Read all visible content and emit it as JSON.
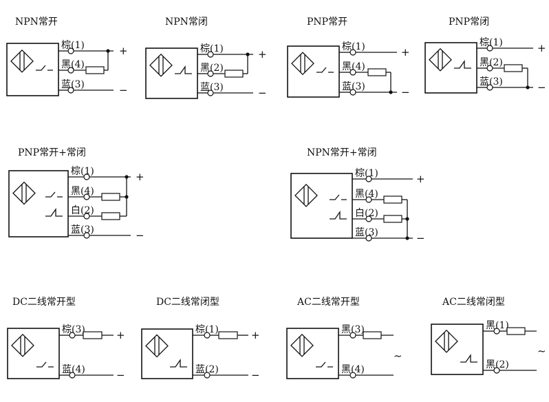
{
  "page": {
    "description": "Proximity sensor wiring diagrams"
  },
  "diagrams": [
    {
      "id": "npn-no",
      "title": "NPN常开",
      "switch": "normally-open",
      "wires": [
        {
          "label": "棕(1)",
          "end": "+",
          "resistor": false
        },
        {
          "label": "黑(4)",
          "end": "",
          "resistor": true
        },
        {
          "label": "蓝(3)",
          "end": "−",
          "resistor": false
        }
      ],
      "load_junction": "+"
    },
    {
      "id": "npn-nc",
      "title": "NPN常闭",
      "switch": "normally-closed",
      "wires": [
        {
          "label": "棕(1)",
          "end": "+",
          "resistor": false
        },
        {
          "label": "黑(2)",
          "end": "",
          "resistor": true
        },
        {
          "label": "蓝(3)",
          "end": "−",
          "resistor": false
        }
      ],
      "load_junction": "+"
    },
    {
      "id": "pnp-no",
      "title": "PNP常开",
      "switch": "normally-open",
      "wires": [
        {
          "label": "棕(1)",
          "end": "+",
          "resistor": false
        },
        {
          "label": "黑(4)",
          "end": "",
          "resistor": true
        },
        {
          "label": "蓝(3)",
          "end": "−",
          "resistor": false
        }
      ],
      "load_junction": "−"
    },
    {
      "id": "pnp-nc",
      "title": "PNP常闭",
      "switch": "normally-closed",
      "wires": [
        {
          "label": "棕(1)",
          "end": "+",
          "resistor": false
        },
        {
          "label": "黑(2)",
          "end": "",
          "resistor": true
        },
        {
          "label": "蓝(3)",
          "end": "−",
          "resistor": false
        }
      ],
      "load_junction": "−"
    },
    {
      "id": "pnp-no-nc",
      "title": "PNP常开+常闭",
      "switch": "both",
      "wires": [
        {
          "label": "棕(1)",
          "end": "+",
          "resistor": false
        },
        {
          "label": "黑(4)",
          "end": "",
          "resistor": true
        },
        {
          "label": "白(2)",
          "end": "",
          "resistor": true
        },
        {
          "label": "蓝(3)",
          "end": "−",
          "resistor": false
        }
      ],
      "load_junction": "+"
    },
    {
      "id": "npn-no-nc",
      "title": "NPN常开+常闭",
      "switch": "both",
      "wires": [
        {
          "label": "棕(1)",
          "end": "+",
          "resistor": false
        },
        {
          "label": "黑(4)",
          "end": "",
          "resistor": true
        },
        {
          "label": "白(2)",
          "end": "",
          "resistor": true
        },
        {
          "label": "蓝(3)",
          "end": "−",
          "resistor": false
        }
      ],
      "load_junction": "−"
    },
    {
      "id": "dc2-no",
      "title": "DC二线常开型",
      "switch": "normally-open",
      "wires": [
        {
          "label": "棕(3)",
          "end": "+",
          "resistor": true
        },
        {
          "label": "蓝(4)",
          "end": "−",
          "resistor": false
        }
      ],
      "supply": ""
    },
    {
      "id": "dc2-nc",
      "title": "DC二线常闭型",
      "switch": "normally-closed",
      "wires": [
        {
          "label": "棕(1)",
          "end": "+",
          "resistor": true
        },
        {
          "label": "蓝(2)",
          "end": "−",
          "resistor": false
        }
      ],
      "supply": ""
    },
    {
      "id": "ac2-no",
      "title": "AC二线常开型",
      "switch": "normally-open",
      "wires": [
        {
          "label": "黑(3)",
          "end": "",
          "resistor": true
        },
        {
          "label": "黑(4)",
          "end": "",
          "resistor": false
        }
      ],
      "supply": "~"
    },
    {
      "id": "ac2-nc",
      "title": "AC二线常闭型",
      "switch": "normally-closed",
      "wires": [
        {
          "label": "黑(1)",
          "end": "",
          "resistor": true
        },
        {
          "label": "黑(2)",
          "end": "",
          "resistor": false
        }
      ],
      "supply": "~"
    }
  ]
}
